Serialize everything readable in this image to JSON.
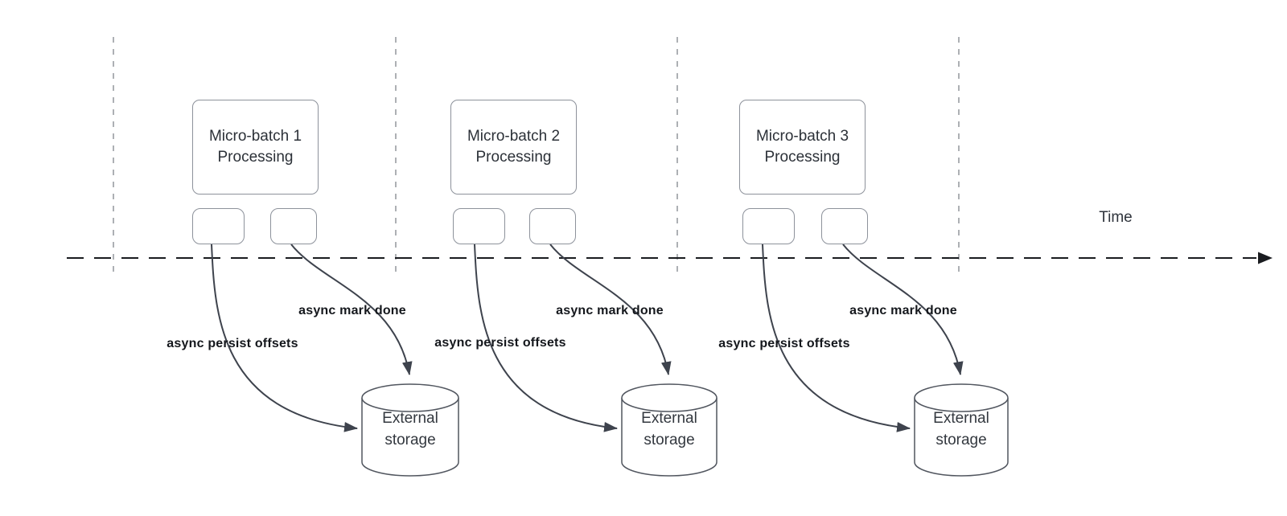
{
  "diagram": {
    "time_label": "Time",
    "batches": [
      {
        "title_line1": "Micro-batch 1",
        "title_line2": "Processing",
        "persist_label": "async persist offsets",
        "mark_done_label": "async mark done",
        "storage_line1": "External",
        "storage_line2": "storage"
      },
      {
        "title_line1": "Micro-batch 2",
        "title_line2": "Processing",
        "persist_label": "async persist offsets",
        "mark_done_label": "async mark done",
        "storage_line1": "External",
        "storage_line2": "storage"
      },
      {
        "title_line1": "Micro-batch 3",
        "title_line2": "Processing",
        "persist_label": "async persist offsets",
        "mark_done_label": "async mark done",
        "storage_line1": "External",
        "storage_line2": "storage"
      }
    ],
    "colors": {
      "background": "#ffffff",
      "time_axis": "#1a1c20",
      "guide_line": "#adb0b4",
      "arrow_curve": "#3e434d",
      "box_border": "#8d929b",
      "cylinder_border": "#51565f",
      "label_text": "#14171c",
      "title_text": "#2c3138"
    }
  }
}
